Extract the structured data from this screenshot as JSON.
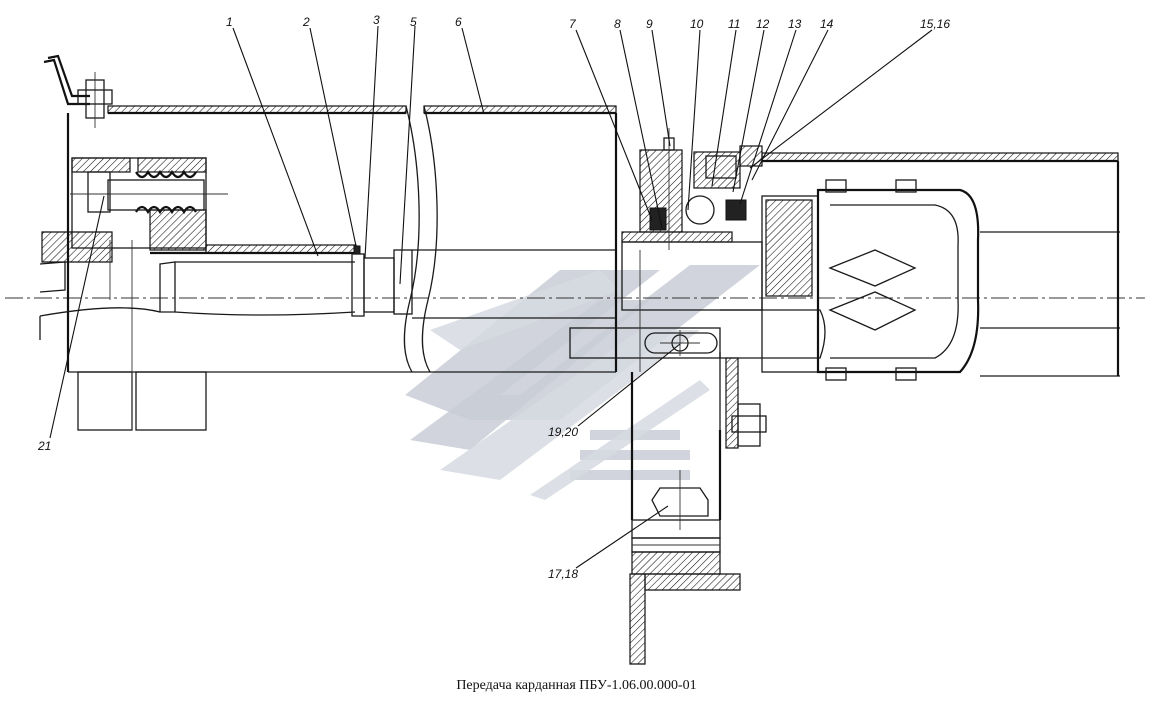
{
  "caption": "Передача карданная ПБУ-1.06.00.000-01",
  "callouts": [
    {
      "id": "c1",
      "label": "1"
    },
    {
      "id": "c2",
      "label": "2"
    },
    {
      "id": "c3",
      "label": "3"
    },
    {
      "id": "c5",
      "label": "5"
    },
    {
      "id": "c6",
      "label": "6"
    },
    {
      "id": "c7",
      "label": "7"
    },
    {
      "id": "c8",
      "label": "8"
    },
    {
      "id": "c9",
      "label": "9"
    },
    {
      "id": "c10",
      "label": "10"
    },
    {
      "id": "c11",
      "label": "11"
    },
    {
      "id": "c12",
      "label": "12"
    },
    {
      "id": "c13",
      "label": "13"
    },
    {
      "id": "c14",
      "label": "14"
    },
    {
      "id": "c1516",
      "label": "15,16"
    },
    {
      "id": "c21",
      "label": "21"
    },
    {
      "id": "c1920",
      "label": "19,20"
    },
    {
      "id": "c1718",
      "label": "17,18"
    }
  ]
}
